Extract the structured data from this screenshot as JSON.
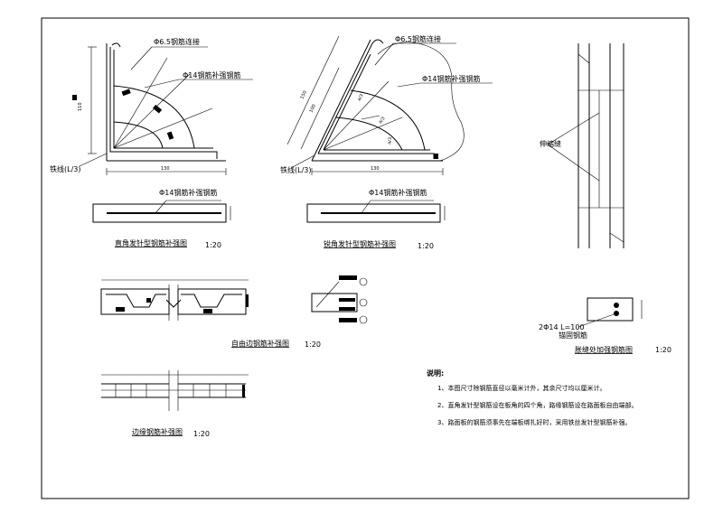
{
  "labels": {
    "corner_right_stirrup": "Φ6.5钢筋连接",
    "corner_right_bar": "Φ14钢筋补强钢筋",
    "corner_right_iron": "铁线(L/3)",
    "corner_right_dim_w": "130",
    "corner_right_dim_h": "110",
    "corner_oblique_stirrup": "Φ6.5钢筋连接",
    "corner_oblique_bar": "Φ14钢筋补强钢筋",
    "corner_oblique_iron": "铁线(L/3)",
    "corner_oblique_dim_w": "130",
    "corner_oblique_dim_h1": "100",
    "corner_oblique_dim_h2": "150",
    "corner_oblique_a1": "a/3",
    "corner_oblique_a2": "a/3",
    "corner_oblique_a3": "a/3",
    "strip_right_bar": "Φ14钢筋补强钢筋",
    "strip_oblique_bar": "Φ14钢筋补强钢筋",
    "side_sleeve": "伸缩缝",
    "anchor_bar": "2Φ14 L=100",
    "anchor_note": "锚固钢筋"
  },
  "titles": {
    "right_corner": "直角发针型钢筋补强图",
    "right_corner_scale": "1:20",
    "oblique_corner": "锐角发针型钢筋补强图",
    "oblique_corner_scale": "1:20",
    "free_edge": "自由边钢筋补强图",
    "free_edge_scale": "1:20",
    "edge_bar": "边缘钢筋补强图",
    "edge_bar_scale": "1:20",
    "joint_anchor": "胀缝处加强钢筋图",
    "joint_anchor_scale": "1:20"
  },
  "notes": {
    "heading": "说明:",
    "items": [
      "1、本图尺寸除钢筋直径以毫米计外，其余尺寸均以厘米计。",
      "2、直角发针型钢筋设在板角的四个角，路缘钢筋设在路面板自由端部。",
      "3、路面板的钢筋须事先在端板绑扎好时，采用铁丝发针型钢筋补强。"
    ]
  }
}
